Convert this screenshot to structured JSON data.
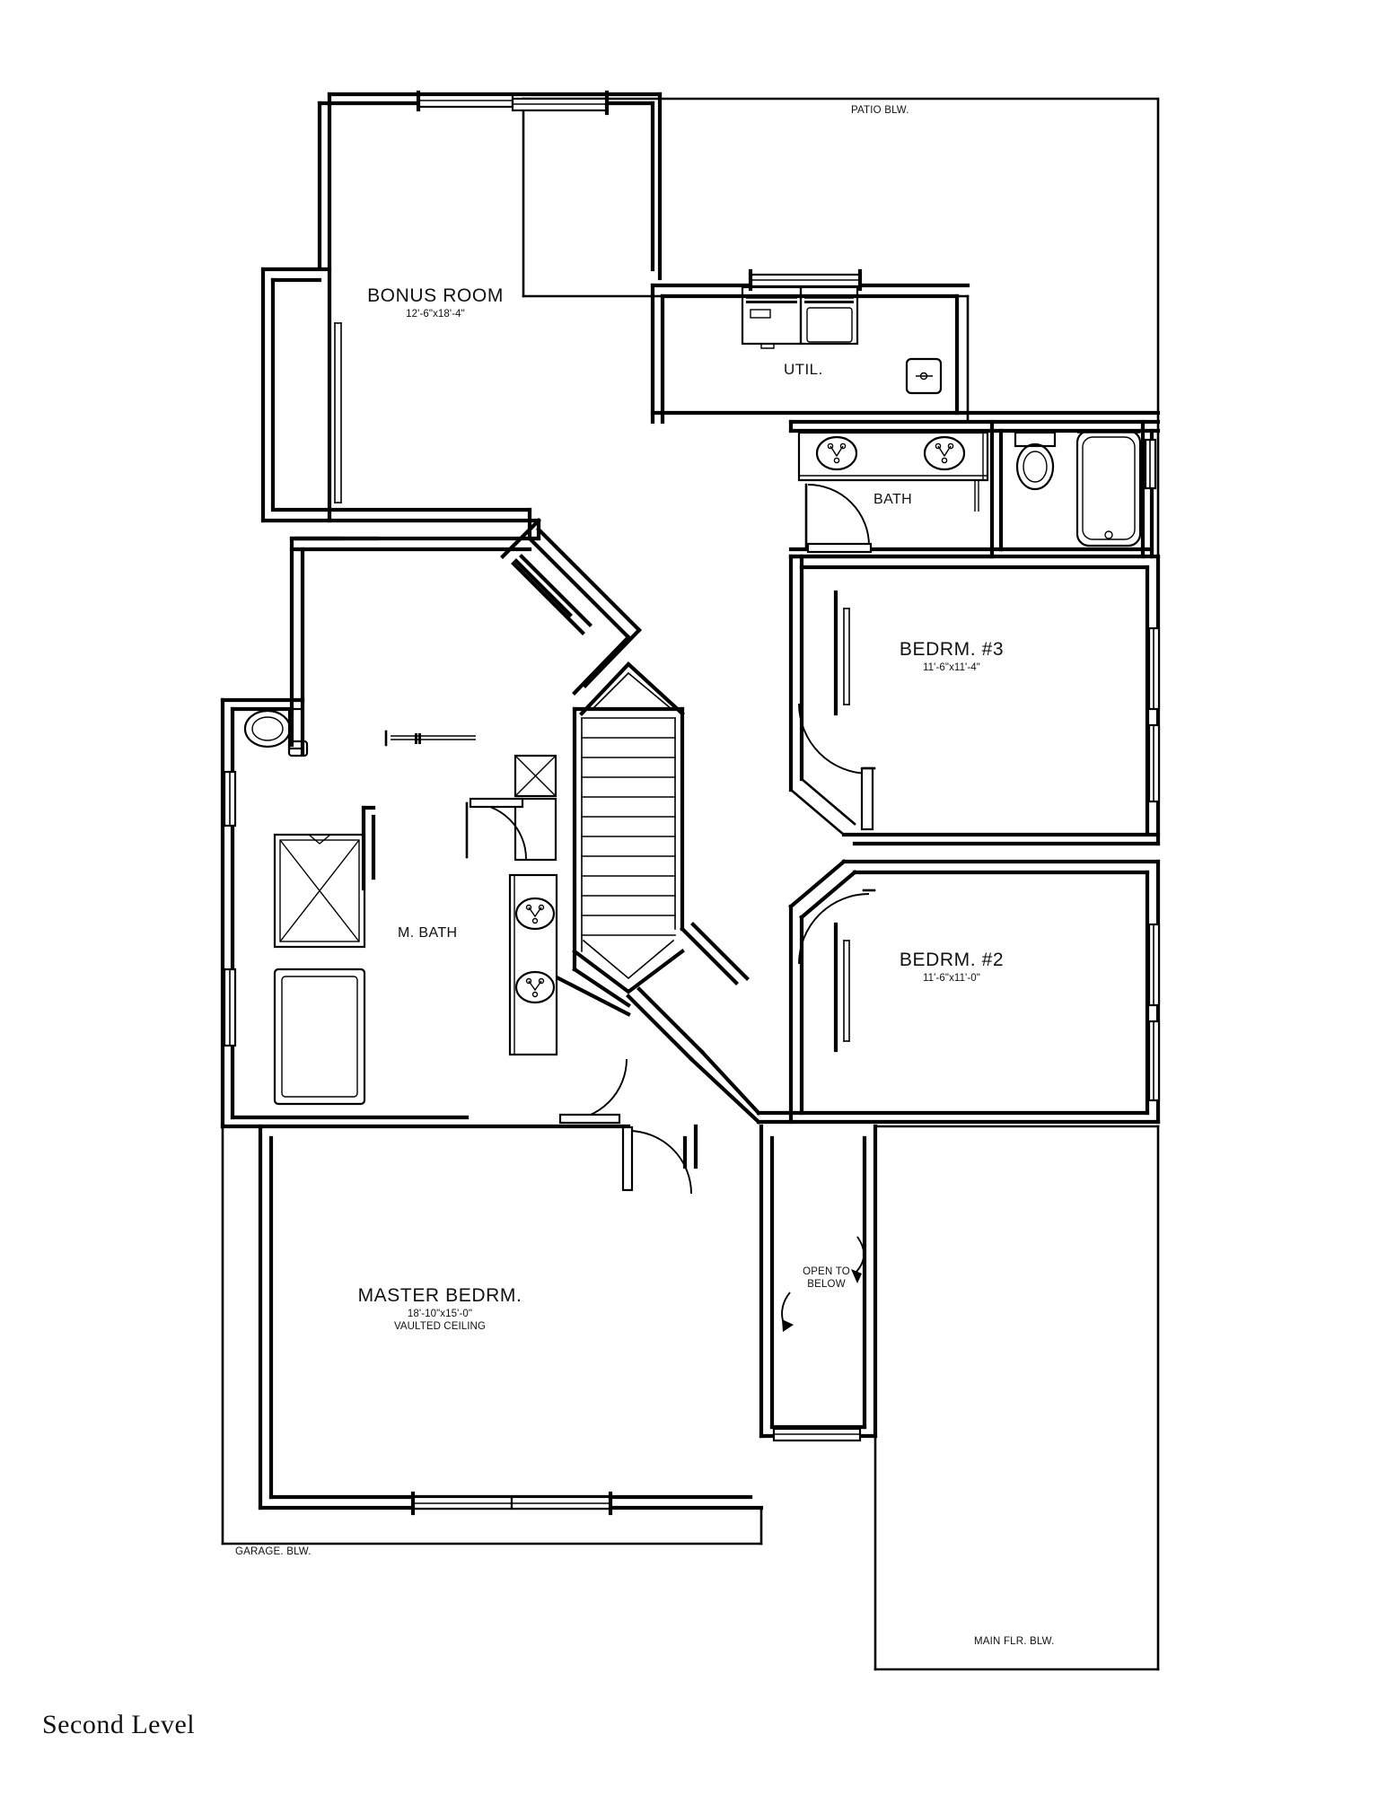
{
  "sheet": {
    "title": "Second Level",
    "background_color": "#ffffff",
    "line_color": "#000000"
  },
  "rooms": [
    {
      "id": "bonus-room",
      "name": "BONUS ROOM",
      "dimensions": "12'-6\"x18'-4\"",
      "note": ""
    },
    {
      "id": "utility",
      "name": "UTIL.",
      "dimensions": "",
      "note": ""
    },
    {
      "id": "bath",
      "name": "BATH",
      "dimensions": "",
      "note": ""
    },
    {
      "id": "bedroom-3",
      "name": "BEDRM. #3",
      "dimensions": "11'-6\"x11'-4\"",
      "note": ""
    },
    {
      "id": "bedroom-2",
      "name": "BEDRM. #2",
      "dimensions": "11'-6\"x11'-0\"",
      "note": ""
    },
    {
      "id": "master-bath",
      "name": "M. BATH",
      "dimensions": "",
      "note": ""
    },
    {
      "id": "master-bedroom",
      "name": "MASTER BEDRM.",
      "dimensions": "18'-10\"x15'-0\"",
      "note": "VAULTED CEILING"
    }
  ],
  "annotations": [
    {
      "id": "patio-blw",
      "text": "PATIO BLW."
    },
    {
      "id": "garage-blw",
      "text": "GARAGE. BLW."
    },
    {
      "id": "main-flr-blw",
      "text": "MAIN FLR. BLW."
    },
    {
      "id": "open-to-below",
      "text": "OPEN TO\nBELOW",
      "line1": "OPEN TO",
      "line2": "BELOW"
    }
  ],
  "fixtures": [
    {
      "id": "washer",
      "name": "washer-icon"
    },
    {
      "id": "dryer",
      "name": "dryer-icon"
    },
    {
      "id": "water-heater",
      "name": "water-heater-icon"
    },
    {
      "id": "bath-sink-1",
      "name": "sink-icon"
    },
    {
      "id": "bath-sink-2",
      "name": "sink-icon"
    },
    {
      "id": "bath-toilet",
      "name": "toilet-icon"
    },
    {
      "id": "bath-tub",
      "name": "bathtub-icon"
    },
    {
      "id": "mbath-toilet",
      "name": "toilet-icon"
    },
    {
      "id": "mbath-shower",
      "name": "shower-icon"
    },
    {
      "id": "mbath-tub",
      "name": "bathtub-icon"
    },
    {
      "id": "mbath-sink-1",
      "name": "sink-icon"
    },
    {
      "id": "mbath-sink-2",
      "name": "sink-icon"
    },
    {
      "id": "stairs",
      "name": "staircase-icon"
    }
  ]
}
